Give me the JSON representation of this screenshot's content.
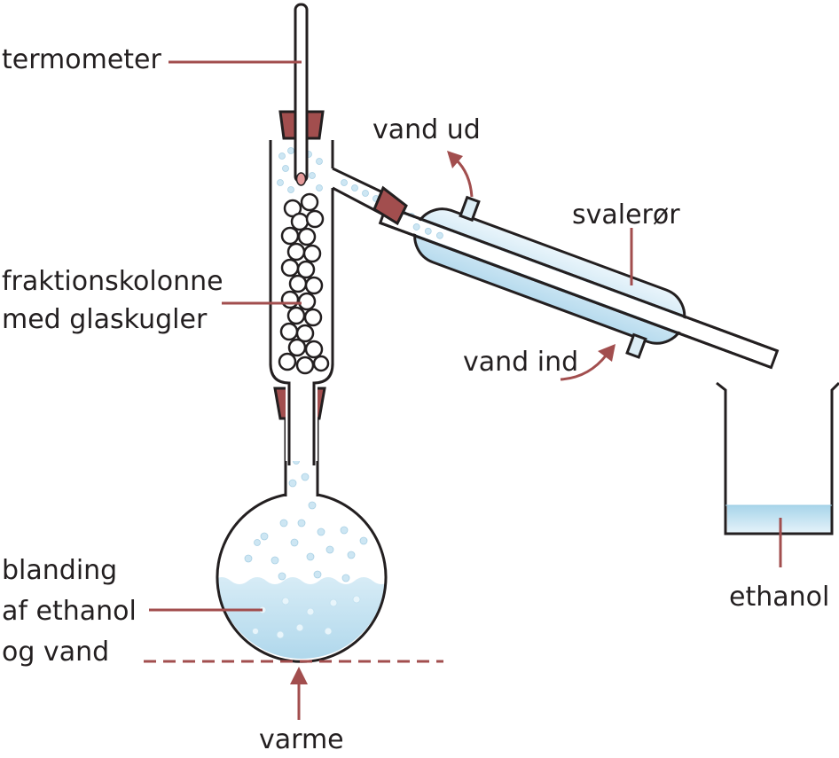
{
  "labels": {
    "thermometer": "termometer",
    "water_out": "vand ud",
    "condenser": "svalerør",
    "column_line1": "fraktionskolonne",
    "column_line2": "med glaskugler",
    "water_in": "vand ind",
    "mixture_line1": "blanding",
    "mixture_line2": "af ethanol",
    "mixture_line3": "og vand",
    "heat": "varme",
    "ethanol": "ethanol"
  },
  "colors": {
    "outline": "#231f20",
    "glass_fill": "#cfe8f3",
    "liquid": "#b8dcee",
    "bubble": "#bfe0f0",
    "stopper": "#a24e4e",
    "leader": "#a24e4e",
    "bead": "#ffffff"
  }
}
